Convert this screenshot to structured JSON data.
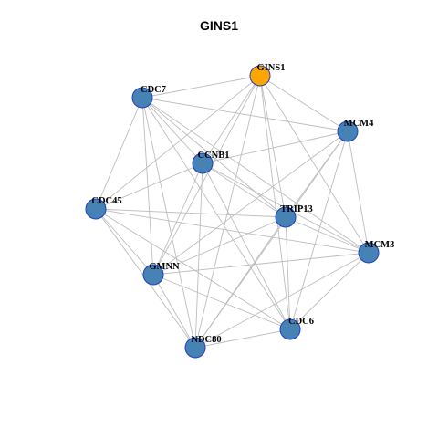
{
  "title": "GINS1",
  "colors": {
    "hub": "#FFA500",
    "node": "#4682B4",
    "border": "#1f3fbf",
    "edge": "#bdbdbd"
  },
  "nodes": [
    {
      "id": "GINS1",
      "hub": true
    },
    {
      "id": "CDC7"
    },
    {
      "id": "MCM4"
    },
    {
      "id": "CCNB1"
    },
    {
      "id": "CDC45"
    },
    {
      "id": "TRIP13"
    },
    {
      "id": "MCM3"
    },
    {
      "id": "GMNN"
    },
    {
      "id": "CDC6"
    },
    {
      "id": "NDC80"
    }
  ],
  "edges": [
    [
      "GINS1",
      "CDC7"
    ],
    [
      "GINS1",
      "MCM4"
    ],
    [
      "GINS1",
      "CCNB1"
    ],
    [
      "GINS1",
      "TRIP13"
    ],
    [
      "GINS1",
      "MCM3"
    ],
    [
      "GINS1",
      "GMNN"
    ],
    [
      "GINS1",
      "CDC6"
    ],
    [
      "GINS1",
      "NDC80"
    ],
    [
      "GINS1",
      "CDC45"
    ],
    [
      "CDC7",
      "MCM4"
    ],
    [
      "CDC7",
      "CCNB1"
    ],
    [
      "CDC7",
      "CDC45"
    ],
    [
      "CDC7",
      "TRIP13"
    ],
    [
      "CDC7",
      "MCM3"
    ],
    [
      "CDC7",
      "GMNN"
    ],
    [
      "CDC7",
      "CDC6"
    ],
    [
      "CDC7",
      "NDC80"
    ],
    [
      "MCM4",
      "CCNB1"
    ],
    [
      "MCM4",
      "TRIP13"
    ],
    [
      "MCM4",
      "MCM3"
    ],
    [
      "MCM4",
      "GMNN"
    ],
    [
      "MCM4",
      "CDC6"
    ],
    [
      "MCM4",
      "NDC80"
    ],
    [
      "CCNB1",
      "CDC45"
    ],
    [
      "CCNB1",
      "TRIP13"
    ],
    [
      "CCNB1",
      "MCM3"
    ],
    [
      "CCNB1",
      "GMNN"
    ],
    [
      "CCNB1",
      "CDC6"
    ],
    [
      "CCNB1",
      "NDC80"
    ],
    [
      "CDC45",
      "TRIP13"
    ],
    [
      "CDC45",
      "MCM3"
    ],
    [
      "CDC45",
      "GMNN"
    ],
    [
      "CDC45",
      "CDC6"
    ],
    [
      "CDC45",
      "NDC80"
    ],
    [
      "TRIP13",
      "MCM3"
    ],
    [
      "TRIP13",
      "GMNN"
    ],
    [
      "TRIP13",
      "CDC6"
    ],
    [
      "TRIP13",
      "NDC80"
    ],
    [
      "MCM3",
      "GMNN"
    ],
    [
      "MCM3",
      "CDC6"
    ],
    [
      "MCM3",
      "NDC80"
    ],
    [
      "GMNN",
      "CDC6"
    ],
    [
      "GMNN",
      "NDC80"
    ],
    [
      "CDC6",
      "NDC80"
    ]
  ]
}
